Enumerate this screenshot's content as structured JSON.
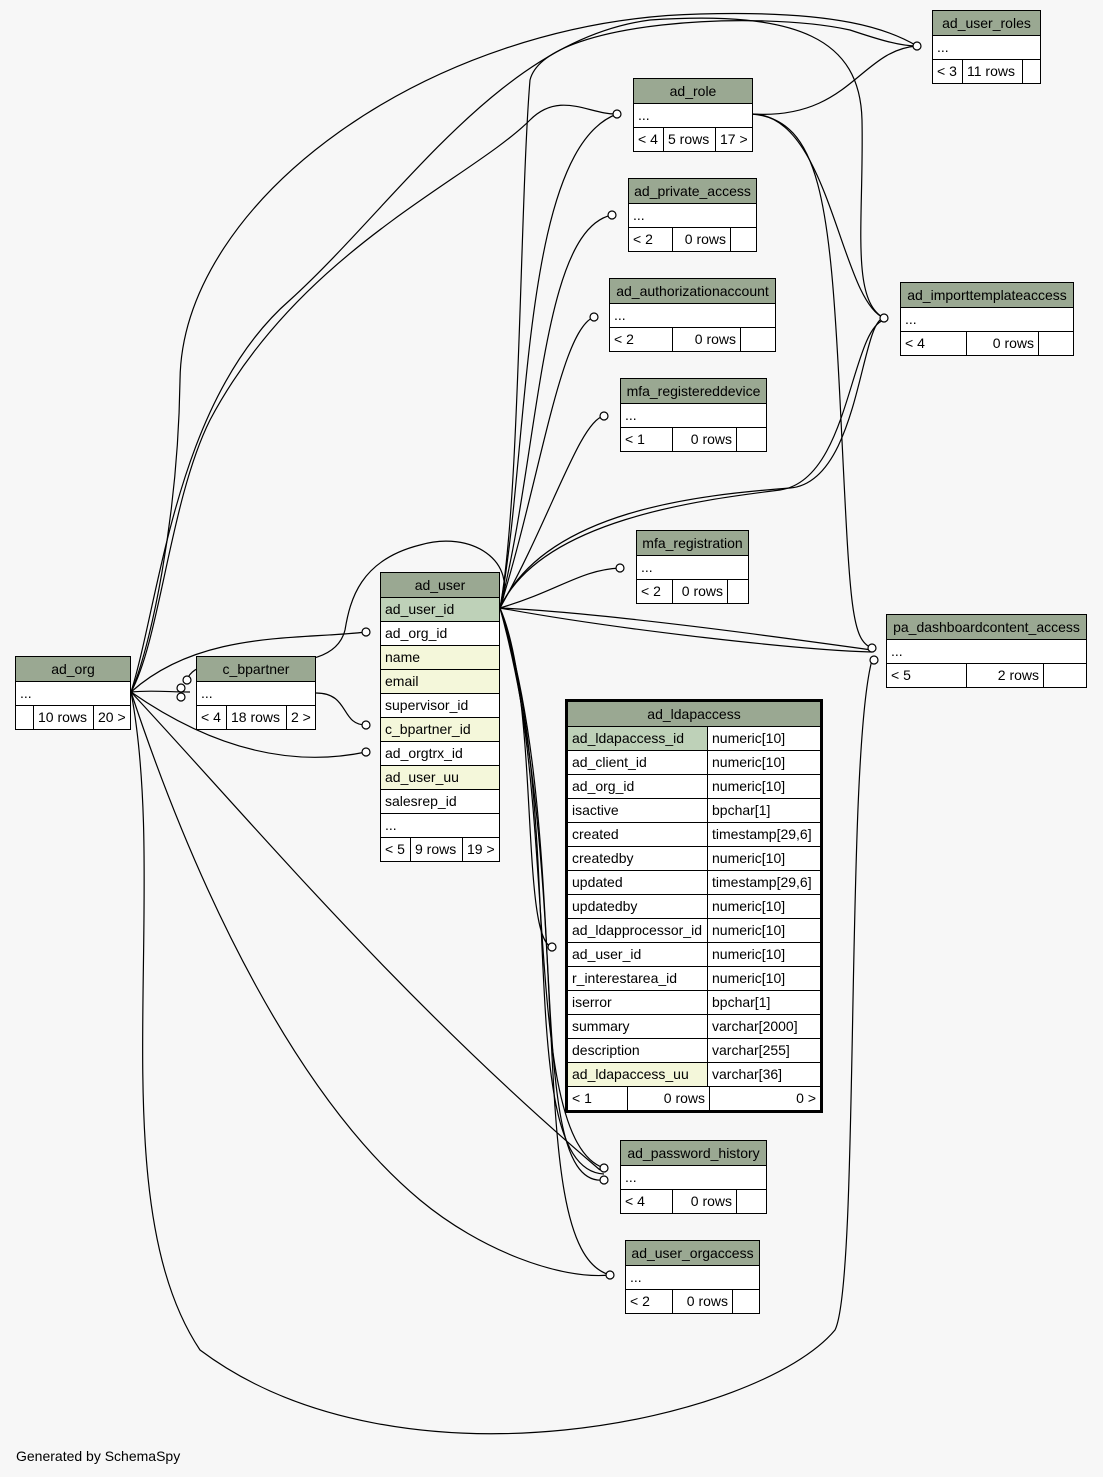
{
  "footer": "Generated by SchemaSpy",
  "tables": {
    "ad_user_roles": {
      "name": "ad_user_roles",
      "more": "...",
      "footer": [
        "< 3",
        "11 rows",
        ""
      ]
    },
    "ad_role": {
      "name": "ad_role",
      "more": "...",
      "footer": [
        "< 4",
        "5 rows",
        "17 >"
      ]
    },
    "ad_private_access": {
      "name": "ad_private_access",
      "more": "...",
      "footer": [
        "< 2",
        "0 rows",
        ""
      ]
    },
    "ad_authorizationaccount": {
      "name": "ad_authorizationaccount",
      "more": "...",
      "footer": [
        "< 2",
        "0 rows",
        ""
      ]
    },
    "ad_importtemplateaccess": {
      "name": "ad_importtemplateaccess",
      "more": "...",
      "footer": [
        "< 4",
        "0 rows",
        ""
      ]
    },
    "mfa_registereddevice": {
      "name": "mfa_registereddevice",
      "more": "...",
      "footer": [
        "< 1",
        "0 rows",
        ""
      ]
    },
    "mfa_registration": {
      "name": "mfa_registration",
      "more": "...",
      "footer": [
        "< 2",
        "0 rows",
        ""
      ]
    },
    "pa_dashboardcontent_access": {
      "name": "pa_dashboardcontent_access",
      "more": "...",
      "footer": [
        "< 5",
        "2 rows",
        ""
      ]
    },
    "ad_user": {
      "name": "ad_user",
      "columns": [
        "ad_user_id",
        "ad_org_id",
        "name",
        "email",
        "supervisor_id",
        "c_bpartner_id",
        "ad_orgtrx_id",
        "ad_user_uu",
        "salesrep_id",
        "..."
      ],
      "footer": [
        "< 5",
        "9 rows",
        "19 >"
      ]
    },
    "ad_org": {
      "name": "ad_org",
      "more": "...",
      "footer": [
        "",
        "10 rows",
        "20 >"
      ]
    },
    "c_bpartner": {
      "name": "c_bpartner",
      "more": "...",
      "footer": [
        "< 4",
        "18 rows",
        "2 >"
      ]
    },
    "ad_ldapaccess": {
      "name": "ad_ldapaccess",
      "columns": [
        [
          "ad_ldapaccess_id",
          "numeric[10]"
        ],
        [
          "ad_client_id",
          "numeric[10]"
        ],
        [
          "ad_org_id",
          "numeric[10]"
        ],
        [
          "isactive",
          "bpchar[1]"
        ],
        [
          "created",
          "timestamp[29,6]"
        ],
        [
          "createdby",
          "numeric[10]"
        ],
        [
          "updated",
          "timestamp[29,6]"
        ],
        [
          "updatedby",
          "numeric[10]"
        ],
        [
          "ad_ldapprocessor_id",
          "numeric[10]"
        ],
        [
          "ad_user_id",
          "numeric[10]"
        ],
        [
          "r_interestarea_id",
          "numeric[10]"
        ],
        [
          "iserror",
          "bpchar[1]"
        ],
        [
          "summary",
          "varchar[2000]"
        ],
        [
          "description",
          "varchar[255]"
        ],
        [
          "ad_ldapaccess_uu",
          "varchar[36]"
        ]
      ],
      "footer": [
        "< 1",
        "0 rows",
        "0 >"
      ]
    },
    "ad_password_history": {
      "name": "ad_password_history",
      "more": "...",
      "footer": [
        "< 4",
        "0 rows",
        ""
      ]
    },
    "ad_user_orgaccess": {
      "name": "ad_user_orgaccess",
      "more": "...",
      "footer": [
        "< 2",
        "0 rows",
        ""
      ]
    }
  }
}
